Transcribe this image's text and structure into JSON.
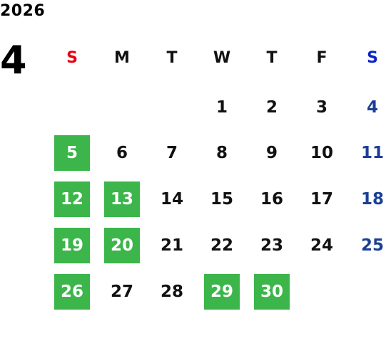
{
  "year": "2026",
  "month": "4",
  "weekdays": [
    "S",
    "M",
    "T",
    "W",
    "T",
    "F",
    "S"
  ],
  "weeks": [
    [
      "",
      "",
      "",
      "1",
      "2",
      "3",
      "4"
    ],
    [
      "5",
      "6",
      "7",
      "8",
      "9",
      "10",
      "11"
    ],
    [
      "12",
      "13",
      "14",
      "15",
      "16",
      "17",
      "18"
    ],
    [
      "19",
      "20",
      "21",
      "22",
      "23",
      "24",
      "25"
    ],
    [
      "26",
      "27",
      "28",
      "29",
      "30",
      "",
      ""
    ]
  ],
  "highlighted_days": [
    "5",
    "12",
    "13",
    "19",
    "20",
    "26",
    "29",
    "30"
  ],
  "colors": {
    "highlight": "#3cb54a",
    "sunday_header": "#e60012",
    "saturday_header": "#0a22cc",
    "saturday_day": "#1a3f94"
  }
}
